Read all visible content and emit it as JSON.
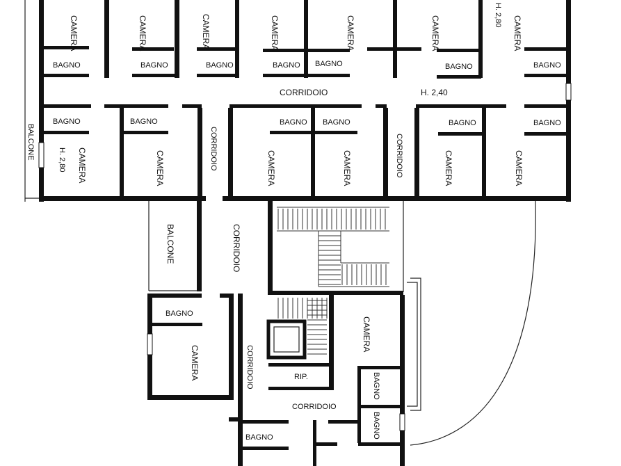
{
  "labels": {
    "camera": "CAMERA",
    "bagno": "BAGNO",
    "corridoio_top": "CORRIDOIO",
    "corridoio": "CORRIDOIO",
    "balcone": "BALCONE",
    "rip": "RIP.",
    "height_240": "H. 2,40",
    "height_280": "H. 2,80"
  }
}
